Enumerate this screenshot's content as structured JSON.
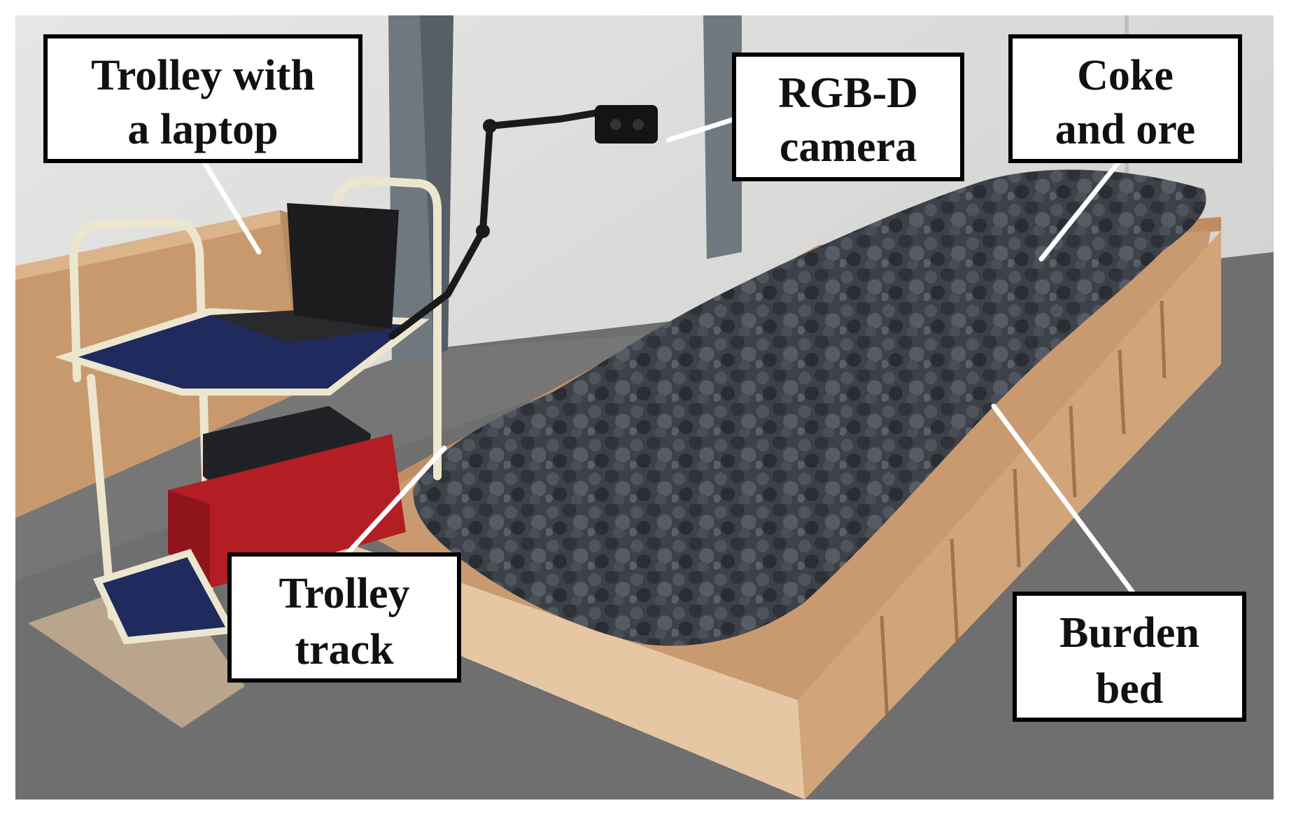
{
  "labels": {
    "trolley_laptop": {
      "line1": "Trolley with",
      "line2": "a laptop"
    },
    "rgbd_camera": {
      "line1": "RGB-D",
      "line2": "camera"
    },
    "coke_ore": {
      "line1": "Coke",
      "line2": "and ore"
    },
    "trolley_track": {
      "line1": "Trolley",
      "line2": "track"
    },
    "burden_bed": {
      "line1": "Burden",
      "line2": "bed"
    }
  },
  "colors": {
    "wall": "#d9d9d7",
    "floor": "#6f6f6f",
    "wood": "#d8a87e",
    "pellets": "#3d4148",
    "trolley_frame": "#ece6cf",
    "red_box": "#b31d24",
    "label_border": "#000000",
    "leader_line": "#ffffff"
  }
}
